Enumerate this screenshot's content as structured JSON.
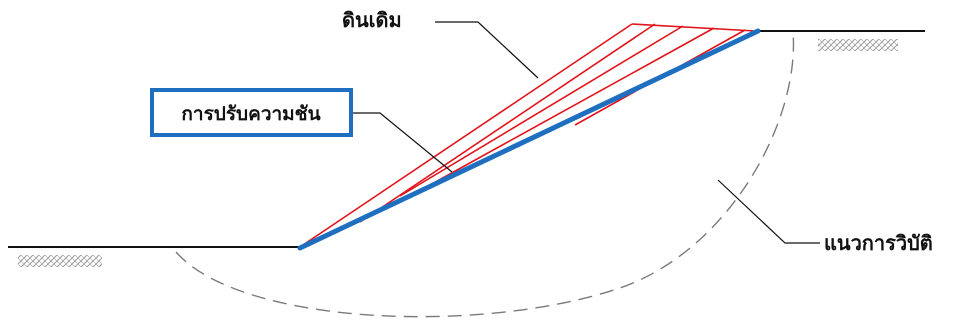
{
  "labels": {
    "original_soil": "ดินเดิม",
    "slope_adjustment": "การปรับความชัน",
    "failure_line": "แนวการวิบัติ"
  },
  "colors": {
    "ground_line": "#111111",
    "cut_slope": "#1f6fc0",
    "original_soil_lines": "#e0141b",
    "failure_curve": "#7a7a7a",
    "hatch": "#9a9a9a",
    "label_box": "#1f6fc0"
  }
}
